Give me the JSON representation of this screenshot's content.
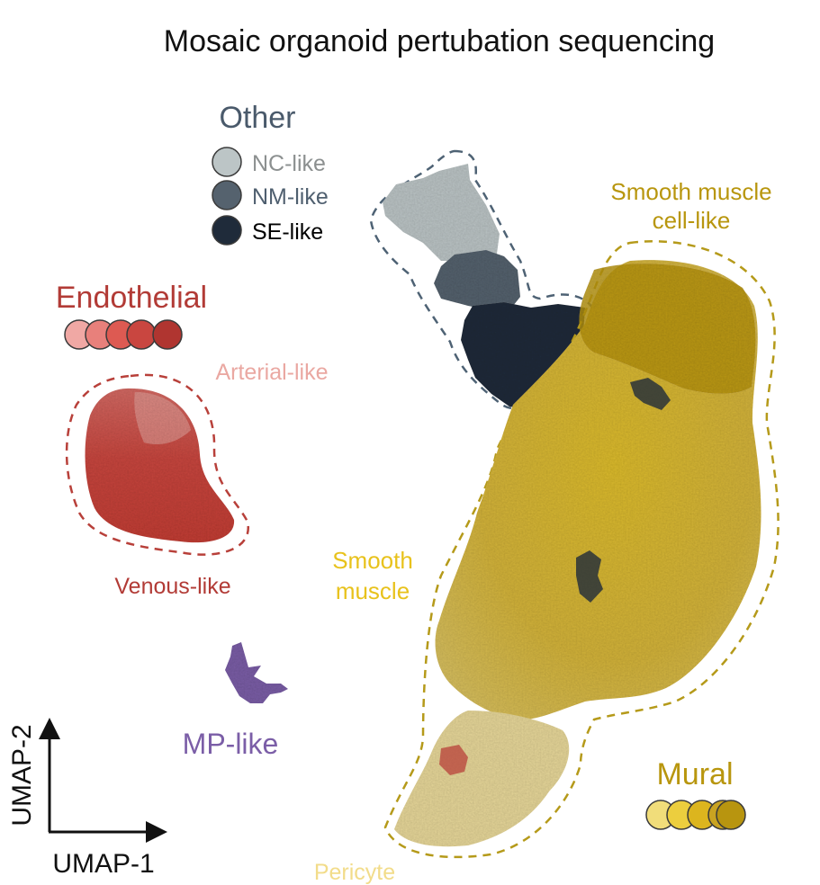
{
  "title": "Mosaic organoid pertubation sequencing",
  "chart_data": {
    "type": "scatter",
    "title": "Mosaic organoid pertubation sequencing",
    "xlabel": "UMAP-1",
    "ylabel": "UMAP-2",
    "groups": [
      {
        "name": "Other",
        "color": "#4a5a6b",
        "subtypes": [
          {
            "name": "NC-like",
            "color": "#b9c2c2",
            "text_color": "#8c9090"
          },
          {
            "name": "NM-like",
            "color": "#4f5f6f",
            "text_color": "#4f5f6f"
          },
          {
            "name": "SE-like",
            "color": "#1f2d3d",
            "text_color": "#000000"
          }
        ]
      },
      {
        "name": "Endothelial",
        "color": "#b23b36",
        "swatches": [
          "#f0a8a4",
          "#e8807b",
          "#dd5a52",
          "#c94640",
          "#b03530"
        ],
        "subtypes": [
          {
            "name": "Arterial-like",
            "color": "#eaa8a2"
          },
          {
            "name": "Venous-like",
            "color": "#b23b36"
          }
        ]
      },
      {
        "name": "MP-like",
        "color": "#7b5ea7",
        "subtypes": []
      },
      {
        "name": "Mural",
        "color": "#b8960e",
        "swatches": [
          "#f1dd7a",
          "#ecce3e",
          "#dcb51e",
          "#c9a321",
          "#b8950f"
        ],
        "subtypes": [
          {
            "name": "Smooth muscle cell-like",
            "color": "#b8960e"
          },
          {
            "name": "Smooth muscle",
            "color": "#e8c21c"
          },
          {
            "name": "Pericyte",
            "color": "#f2dc8a"
          }
        ]
      }
    ],
    "axis_ranges": "not shown",
    "grid": false,
    "legend": "inline labels next to clusters"
  },
  "labels": {
    "other": "Other",
    "nc": "NC-like",
    "nm": "NM-like",
    "se": "SE-like",
    "endothelial": "Endothelial",
    "arterial": "Arterial-like",
    "venous": "Venous-like",
    "mp": "MP-like",
    "smc_line1": "Smooth muscle",
    "smc_line2": "cell-like",
    "sm_line1": "Smooth",
    "sm_line2": "muscle",
    "pericyte": "Pericyte",
    "mural": "Mural",
    "umap1": "UMAP-1",
    "umap2": "UMAP-2"
  }
}
